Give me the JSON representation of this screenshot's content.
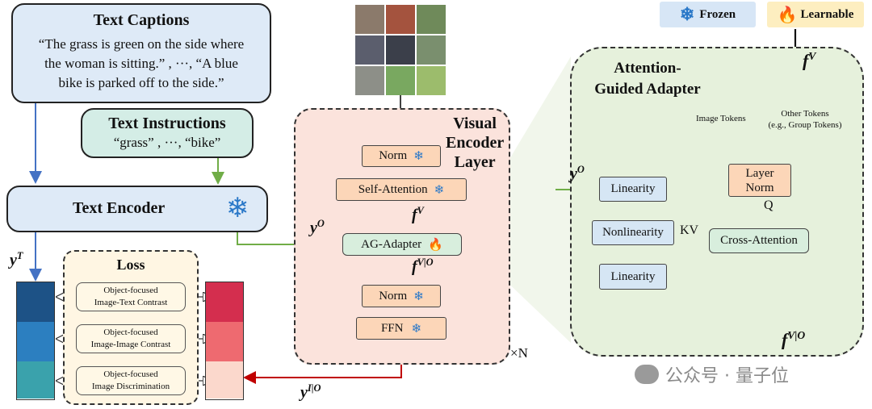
{
  "legend": {
    "frozen": "Frozen",
    "learnable": "Learnable"
  },
  "text_captions": {
    "title": "Text Captions",
    "line1": "“The grass is green on the side where",
    "line2": "the woman is sitting.”  , ···,  “A blue",
    "line3": "bike is parked off to the side.”"
  },
  "text_instructions": {
    "title": "Text Instructions",
    "body": "“grass”  , ···,  “bike”"
  },
  "text_encoder": {
    "label": "Text Encoder"
  },
  "loss": {
    "title": "Loss",
    "items": [
      {
        "line1": "Object-focused",
        "line2": "Image-Text Contrast"
      },
      {
        "line1": "Object-focused",
        "line2": "Image-Image Contrast"
      },
      {
        "line1": "Object-focused",
        "line2": "Image Discrimination"
      }
    ]
  },
  "visual_encoder_layer": {
    "title_line1": "Visual",
    "title_line2": "Encoder",
    "title_line3": "Layer",
    "repeat": "×N",
    "norm1": "Norm",
    "self_attention": "Self-Attention",
    "ag_adapter": "AG-Adapter",
    "norm2": "Norm",
    "ffn": "FFN"
  },
  "adapter_detail": {
    "title_line1": "Attention-",
    "title_line2": "Guided Adapter",
    "image_tokens": "Image Tokens",
    "other_tokens_line1": "Other Tokens",
    "other_tokens_line2": "(e.g., Group Tokens)",
    "linearity1": "Linearity",
    "nonlinearity": "Nonlinearity",
    "linearity2": "Linearity",
    "layer_norm_line1": "Layer",
    "layer_norm_line2": "Norm",
    "cross_attention": "Cross-Attention",
    "q_label": "Q",
    "kv_label": "KV"
  },
  "symbols": {
    "y_T_base": "y",
    "y_T_sup": "T",
    "y_O_base": "y",
    "y_O_sup": "O",
    "f_V_base": "f",
    "f_V_sup": "V",
    "f_VO_base": "f",
    "f_VO_sup": "V|O",
    "y_IO_base": "y",
    "y_IO_sup": "I|O"
  },
  "watermark": "公众号 · 量子位",
  "colors": {
    "caption_fill": "#deeaf7",
    "instruction_fill": "#d4ede6",
    "encoder_fill": "#deeaf7",
    "loss_fill": "#fff6e3",
    "visual_layer_fill": "#fbe3dc",
    "adapter_fill": "#e6f1dc",
    "blue_arrow": "#4472c4",
    "green_arrow": "#70ad47",
    "red_arrow": "#c00000"
  }
}
